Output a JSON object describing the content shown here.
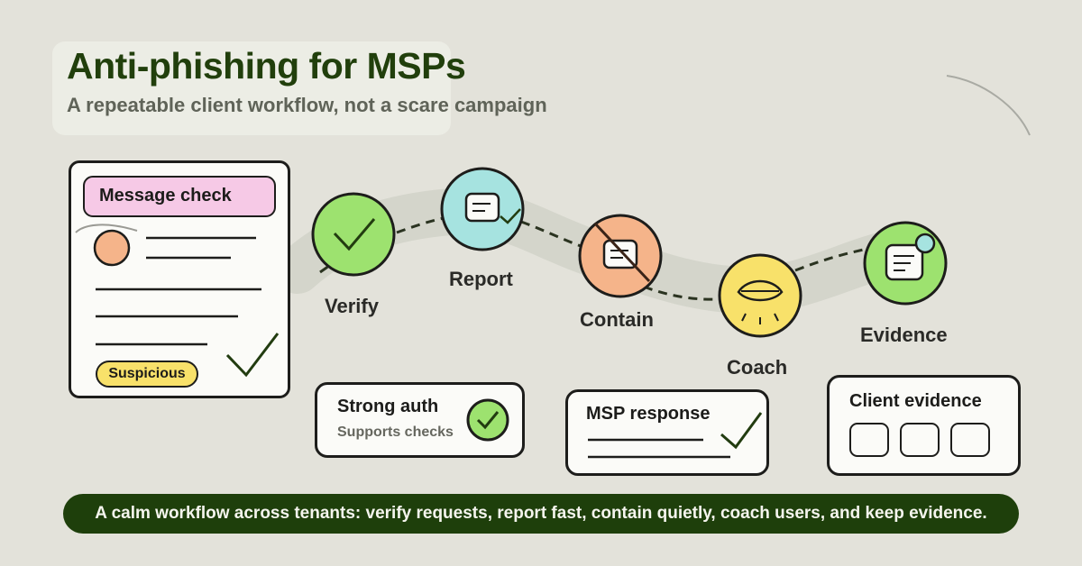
{
  "header": {
    "title": "Anti-phishing for MSPs",
    "subtitle": "A repeatable client workflow, not a scare campaign"
  },
  "message_card": {
    "header": "Message check",
    "badge": "Suspicious"
  },
  "steps": [
    {
      "label": "Verify",
      "icon": "check-icon",
      "color": "#9de26f"
    },
    {
      "label": "Report",
      "icon": "report-message-icon",
      "color": "#a6e3e0"
    },
    {
      "label": "Contain",
      "icon": "blocked-message-icon",
      "color": "#f5b48a"
    },
    {
      "label": "Coach",
      "icon": "eye-icon",
      "color": "#f8e16a"
    },
    {
      "label": "Evidence",
      "icon": "evidence-document-icon",
      "color": "#9de26f"
    }
  ],
  "cards": {
    "strong_auth": {
      "title": "Strong auth",
      "subtitle": "Supports checks"
    },
    "msp_response": {
      "title": "MSP response"
    },
    "client_evidence": {
      "title": "Client evidence"
    }
  },
  "footer": {
    "banner": "A calm workflow across tenants: verify requests, report fast, contain quietly, coach users, and keep evidence."
  },
  "colors": {
    "title_green": "#213f0c",
    "banner_bg": "#1e3f0b",
    "pink": "#f6c9e6",
    "yellow": "#f8e16a",
    "peach": "#f5b48a",
    "light_green": "#9de26f",
    "teal": "#a6e3e0"
  }
}
